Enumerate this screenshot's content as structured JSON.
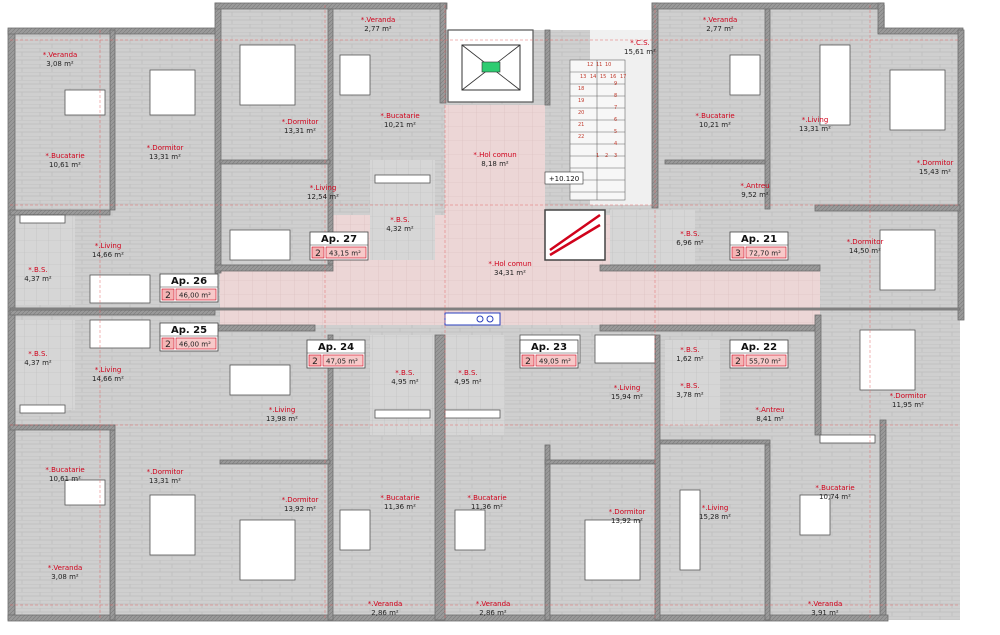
{
  "colors": {
    "wall": "#8c8c8c",
    "wall_dark": "#6e6e6e",
    "floor": "#d9d9d9",
    "floor_tile": "#c9c9c9",
    "hall": "#efd9d9",
    "red": "#d0021b",
    "text": "#222222",
    "furniture": "#ffffff"
  },
  "rooms": [
    {
      "name": "*.Veranda",
      "area": "3,08 m²"
    },
    {
      "name": "*.Dormitor",
      "area": "13,31 m²"
    },
    {
      "name": "*.Bucatarie",
      "area": "10,61 m²"
    },
    {
      "name": "*.Veranda",
      "area": "2,77 m²"
    },
    {
      "name": "*.Dormitor",
      "area": "13,31 m²"
    },
    {
      "name": "*.Bucatarie",
      "area": "10,21 m²"
    },
    {
      "name": "*.Living",
      "area": "12,54 m²"
    },
    {
      "name": "*.B.S.",
      "area": "4,32 m²"
    },
    {
      "name": "*.Hol comun",
      "area": "8,18 m²"
    },
    {
      "name": "*.C.S.",
      "area": "15,61 m²"
    },
    {
      "name": "*.Veranda",
      "area": "2,77 m²"
    },
    {
      "name": "*.Bucatarie",
      "area": "10,21 m²"
    },
    {
      "name": "*.Living",
      "area": "13,31 m²"
    },
    {
      "name": "*.Dormitor",
      "area": "15,43 m²"
    },
    {
      "name": "*.Antreu",
      "area": "9,52 m²"
    },
    {
      "name": "*.B.S.",
      "area": "6,96 m²"
    },
    {
      "name": "*.Dormitor",
      "area": "14,50 m²"
    },
    {
      "name": "*.Living",
      "area": "14,66 m²"
    },
    {
      "name": "*.B.S.",
      "area": "4,37 m²"
    },
    {
      "name": "*.Hol comun",
      "area": "34,31 m²"
    },
    {
      "name": "*.B.S.",
      "area": "4,37 m²"
    },
    {
      "name": "*.Living",
      "area": "14,66 m²"
    },
    {
      "name": "*.Living",
      "area": "13,98 m²"
    },
    {
      "name": "*.B.S.",
      "area": "4,95 m²"
    },
    {
      "name": "*.B.S.",
      "area": "4,95 m²"
    },
    {
      "name": "*.Living",
      "area": "15,94 m²"
    },
    {
      "name": "*.B.S.",
      "area": "1,62 m²"
    },
    {
      "name": "*.B.S.",
      "area": "3,78 m²"
    },
    {
      "name": "*.Antreu",
      "area": "8,41 m²"
    },
    {
      "name": "*.Dormitor",
      "area": "11,95 m²"
    },
    {
      "name": "*.Bucatarie",
      "area": "10,61 m²"
    },
    {
      "name": "*.Dormitor",
      "area": "13,31 m²"
    },
    {
      "name": "*.Dormitor",
      "area": "13,92 m²"
    },
    {
      "name": "*.Bucatarie",
      "area": "11,36 m²"
    },
    {
      "name": "*.Bucatarie",
      "area": "11,36 m²"
    },
    {
      "name": "*.Dormitor",
      "area": "13,92 m²"
    },
    {
      "name": "*.Living",
      "area": "15,28 m²"
    },
    {
      "name": "*.Bucatarie",
      "area": "10,74 m²"
    },
    {
      "name": "*.Veranda",
      "area": "3,08 m²"
    },
    {
      "name": "*.Veranda",
      "area": "2,86 m²"
    },
    {
      "name": "*.Veranda",
      "area": "2,86 m²"
    },
    {
      "name": "*.Veranda",
      "area": "3,91 m²"
    }
  ],
  "apartments": [
    {
      "label": "Ap. 27",
      "rooms": "2",
      "area": "43,15 m²"
    },
    {
      "label": "Ap. 21",
      "rooms": "3",
      "area": "72,70 m²"
    },
    {
      "label": "Ap. 26",
      "rooms": "2",
      "area": "46,00 m²"
    },
    {
      "label": "Ap. 25",
      "rooms": "2",
      "area": "46,00 m²"
    },
    {
      "label": "Ap. 24",
      "rooms": "2",
      "area": "47,05 m²"
    },
    {
      "label": "Ap. 23",
      "rooms": "2",
      "area": "49,05 m²"
    },
    {
      "label": "Ap. 22",
      "rooms": "2",
      "area": "55,70 m²"
    }
  ],
  "level_mark": "+10.120",
  "stair_numbers": [
    "13",
    "14",
    "15",
    "16",
    "17",
    "18",
    "19",
    "20",
    "21",
    "22",
    "1",
    "2",
    "3",
    "4",
    "5",
    "6",
    "7",
    "8",
    "9",
    "10",
    "11",
    "12"
  ]
}
